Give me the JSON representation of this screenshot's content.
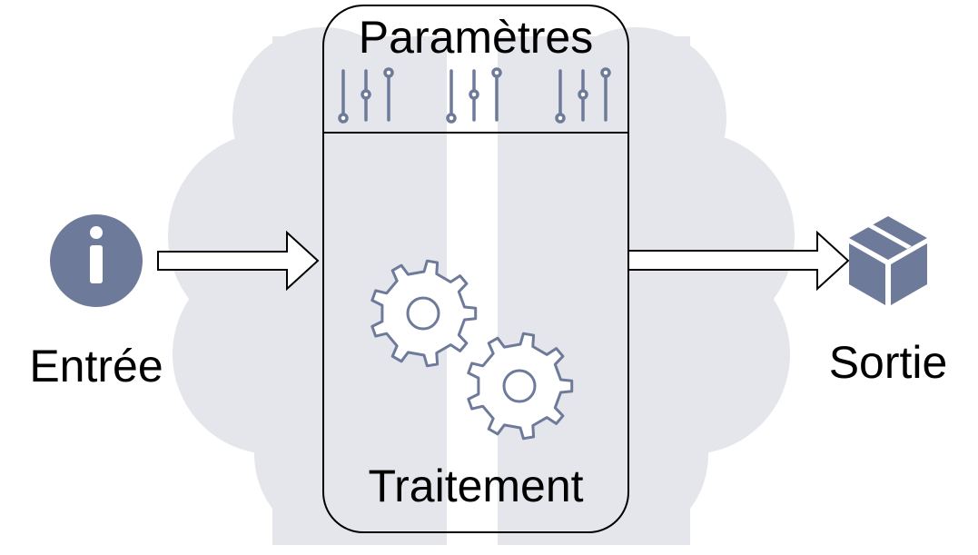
{
  "diagram": {
    "params_label": "Paramètres",
    "process_label": "Traitement",
    "input_label": "Entrée",
    "output_label": "Sortie"
  },
  "icons": {
    "input": "info-icon",
    "params": "sliders-icon",
    "process": "gears-icon",
    "output": "box-icon"
  },
  "colors": {
    "cloud": "#e4e6ec",
    "icon": "#6e7a99",
    "stroke": "#000000",
    "background": "#ffffff"
  }
}
